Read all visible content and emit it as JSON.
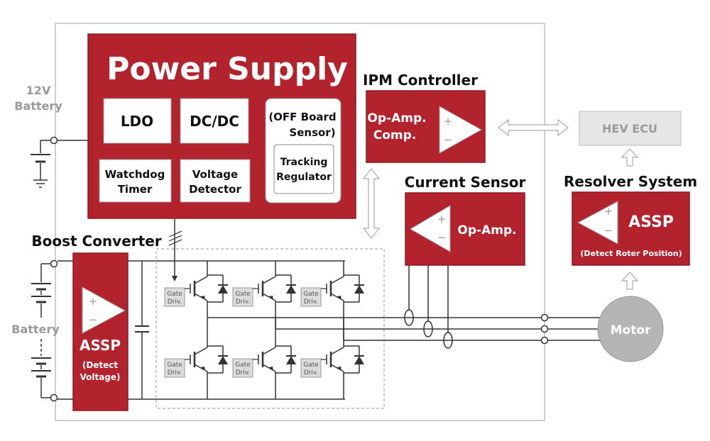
{
  "colors": {
    "red": "#b3232d",
    "red_border": "#8a1a22",
    "white": "#ffffff",
    "gray_text": "#9a9a9a",
    "gray_box": "#e6e6e6",
    "line": "#333333",
    "frame": "#bdbdbd",
    "motor": "#b5b5b5"
  },
  "power_supply": {
    "title": "Power Supply",
    "ldo": "LDO",
    "dcdc": "DC/DC",
    "watchdog_1": "Watchdog",
    "watchdog_2": "Timer",
    "voltage_det_1": "Voltage",
    "voltage_det_2": "Detector",
    "off_board_1": "(OFF Board",
    "off_board_2": "Sensor)",
    "tracking_1": "Tracking",
    "tracking_2": "Regulator"
  },
  "battery_12v_1": "12V",
  "battery_12v_2": "Battery",
  "battery_main": "Battery",
  "ipm": {
    "title": "IPM Controller",
    "label_1": "Op-Amp.",
    "label_2": "Comp.",
    "plus": "+",
    "minus": "−"
  },
  "hev_ecu": "HEV ECU",
  "current_sensor": {
    "title": "Current Sensor",
    "label": "Op-Amp.",
    "plus": "+",
    "minus": "−"
  },
  "resolver": {
    "title": "Resolver System",
    "assp": "ASSP",
    "sub": "(Detect Roter Position)",
    "plus": "+",
    "minus": "−"
  },
  "boost": {
    "title": "Boost Converter",
    "assp": "ASSP",
    "sub_1": "(Detect",
    "sub_2": "Voltage)",
    "plus": "+",
    "minus": "−"
  },
  "gate_driver": {
    "line_1": "Gate",
    "line_2": "Driv."
  },
  "motor": "Motor"
}
